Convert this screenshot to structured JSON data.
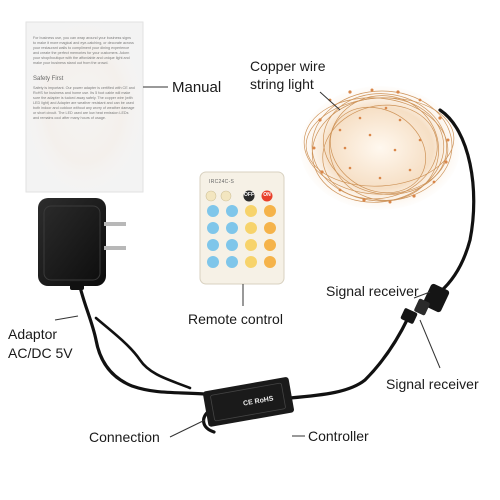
{
  "labels": {
    "manual": "Manual",
    "copper_wire_line1": "Copper wire",
    "copper_wire_line2": "string light",
    "signal_receiver_top": "Signal receiver",
    "remote_control": "Remote control",
    "adaptor_line1": "Adaptor",
    "adaptor_line2": "AC/DC 5V",
    "signal_receiver_bottom": "Signal receiver",
    "connection": "Connection",
    "controller": "Controller"
  },
  "manual": {
    "intro": "For business use, you can wrap around your business signs to make it more magical and eye-catching, or decorate across your restaurant walls to compliment your dining experience and create the perfect memories for your customers. Adorn your shop/boutique with the affordable and unique light and make your business stand out from the crowd.",
    "heading": "Safety First",
    "body": "Safety is important. Our power adapter is certified with CE and RoHS for business and home use. Its 5 foot cable will make sure the adapter is tucked away safely. The copper wire (with LED light) and Adapter are weather resistant and can be used both indoor and outdoor without any worry of weather damage or short circuit. The LED used are low heat emission LEDs and remains cool after many hours of usage."
  },
  "remote": {
    "model": "IRC24C-S",
    "off": "OFF",
    "on": "ON"
  },
  "controller": {
    "rohs": "CE RoHS"
  },
  "colors": {
    "cable": "#111111",
    "copper": "#c97f3f",
    "remote_body": "#f5f0e6",
    "on_button": "#e8402b",
    "off_button": "#2b2b2b",
    "leader_line": "#333333"
  }
}
